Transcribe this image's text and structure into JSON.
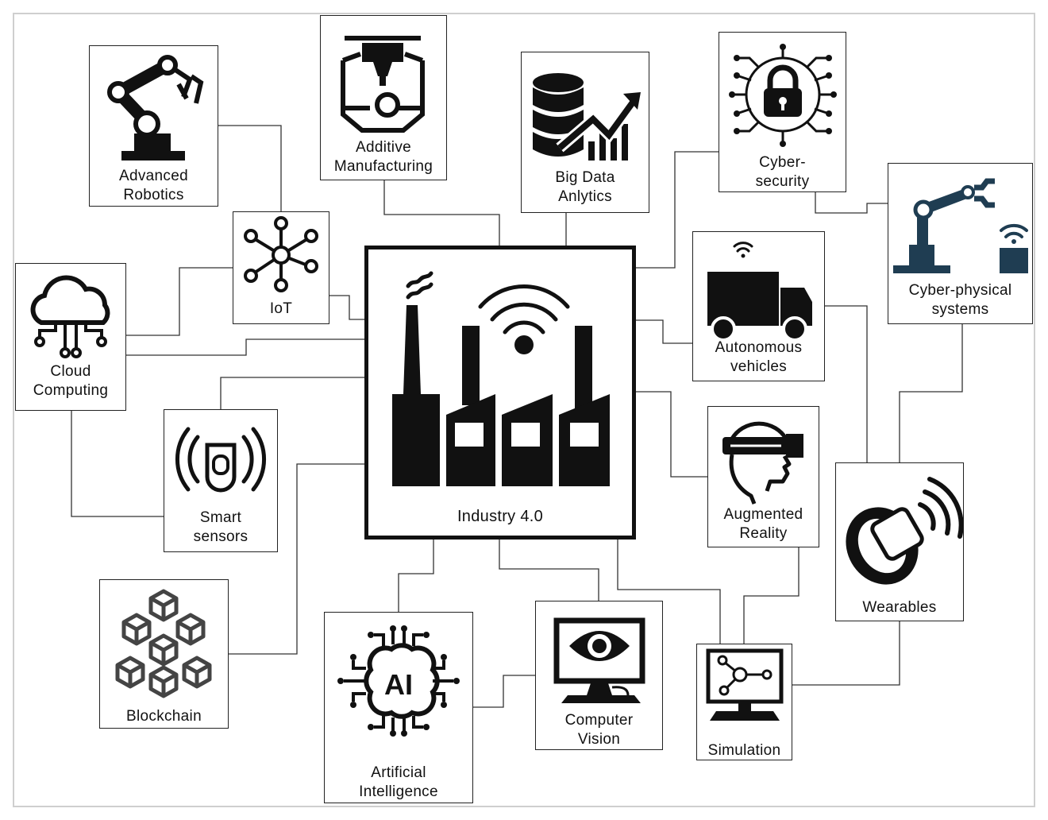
{
  "center": {
    "label": "Industry 4.0",
    "icon": "smart-factory-icon"
  },
  "nodes": {
    "advanced_robotics": {
      "lines": [
        "Advanced",
        "Robotics"
      ],
      "icon": "robot-arm-icon"
    },
    "additive_manufacturing": {
      "lines": [
        "Additive",
        "Manufacturing"
      ],
      "icon": "3d-printer-icon"
    },
    "big_data": {
      "lines": [
        "Big Data",
        "Anlytics"
      ],
      "icon": "database-growth-icon"
    },
    "cybersecurity": {
      "lines": [
        "Cyber-",
        "security"
      ],
      "icon": "circuit-lock-icon"
    },
    "cyber_physical": {
      "lines": [
        "Cyber-physical",
        "systems"
      ],
      "icon": "robot-arm-wireless-icon"
    },
    "iot": {
      "lines": [
        "IoT"
      ],
      "icon": "network-hub-icon"
    },
    "cloud_computing": {
      "lines": [
        "Cloud",
        "Computing"
      ],
      "icon": "cloud-network-icon"
    },
    "autonomous_vehicles": {
      "lines": [
        "Autonomous",
        "vehicles"
      ],
      "icon": "connected-truck-icon"
    },
    "smart_sensors": {
      "lines": [
        "Smart",
        "sensors"
      ],
      "icon": "sensor-signal-icon"
    },
    "augmented_reality": {
      "lines": [
        "Augmented",
        "Reality"
      ],
      "icon": "vr-headset-icon"
    },
    "wearables": {
      "lines": [
        "Wearables"
      ],
      "icon": "smartwatch-signal-icon"
    },
    "blockchain": {
      "lines": [
        "Blockchain"
      ],
      "icon": "blockchain-cubes-icon"
    },
    "artificial_intelligence": {
      "lines": [
        "Artificial",
        "Intelligence"
      ],
      "icon": "ai-brain-chip-icon"
    },
    "computer_vision": {
      "lines": [
        "Computer",
        "Vision"
      ],
      "icon": "eye-monitor-icon"
    },
    "simulation": {
      "lines": [
        "Simulation"
      ],
      "icon": "monitor-network-icon"
    }
  }
}
